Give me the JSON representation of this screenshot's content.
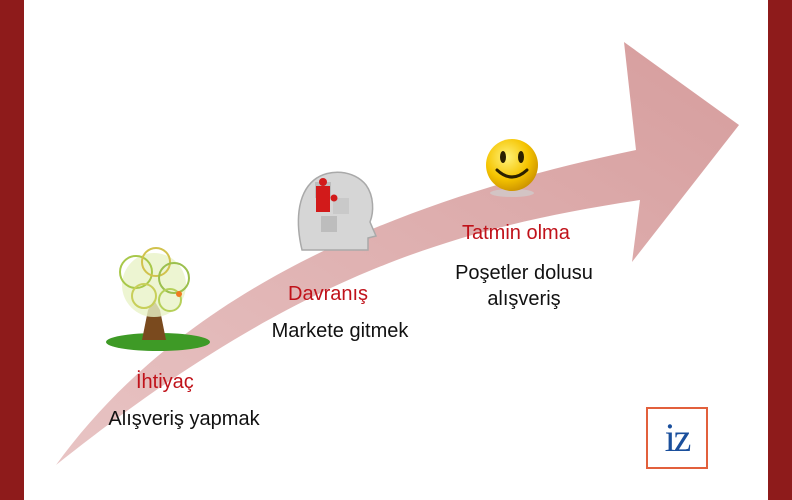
{
  "colors": {
    "frame": "#8e1b1b",
    "arrow": "#dba9a9",
    "title_red": "#c0121a",
    "text": "#111111",
    "logo_border": "#e2603c",
    "logo_text": "#1a4f9c"
  },
  "steps": [
    {
      "title": "İhtiyaç",
      "description": "Alışveriş yapmak",
      "icon": "tree-icon"
    },
    {
      "title": "Davranış",
      "description": "Markete gitmek",
      "icon": "puzzle-head-icon"
    },
    {
      "title": "Tatmin olma",
      "description": "Poşetler dolusu alışveriş",
      "description_line1": "Poşetler dolusu",
      "description_line2": "alışveriş",
      "icon": "smiley-icon"
    }
  ],
  "logo": {
    "text": "iz"
  }
}
